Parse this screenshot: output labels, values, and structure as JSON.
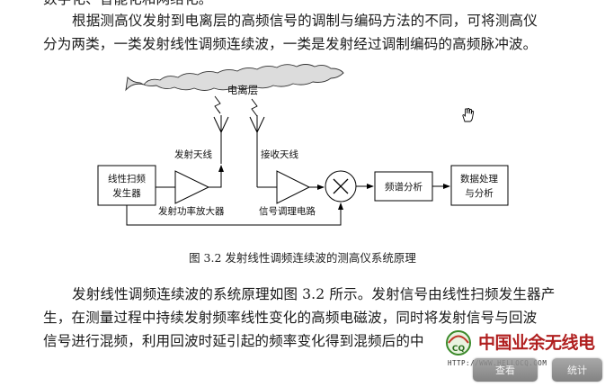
{
  "document": {
    "top_fragment": "数字化、智能化和网络化。",
    "para1_line1": "根据测高仪发射到电离层的高频信号的调制与编码方法的不同，可将测高仪",
    "para1_line2": "分为两类，一类发射线性调频连续波，一类是发射经过调制编码的高频脉冲波。",
    "diagram": {
      "ionosphere": "电离层",
      "tx_antenna": "发射天线",
      "rx_antenna": "接收天线",
      "sweep_generator_line1": "线性扫频",
      "sweep_generator_line2": "发生器",
      "power_amplifier": "发射功率放大器",
      "signal_conditioning": "信号调理电路",
      "spectrum_analysis": "频谱分析",
      "data_processing_line1": "数据处理",
      "data_processing_line2": "与分析"
    },
    "caption": "图 3.2  发射线性调频连续波的测高仪系统原理",
    "para2_line1": "发射线性调频连续波的系统原理如图 3.2 所示。发射信号由线性扫频发生器产",
    "para2_line2": "生，在测量过程中持续发射频率线性变化的高频电磁波，同时将发射信号与回波",
    "para2_line3": "信号进行混频，利用回波时延引起的频率变化得到混频后的中"
  },
  "watermark": {
    "name": "中国业余无线电",
    "url": "HTTP://WWW.HELLOCQ.COM",
    "badge": "CQ"
  },
  "controls": {
    "left_button": "查看",
    "right_button": "统计"
  },
  "icons": [
    "hand-cursor-icon",
    "multiplier-icon",
    "antenna-icon",
    "amplifier-icon"
  ]
}
